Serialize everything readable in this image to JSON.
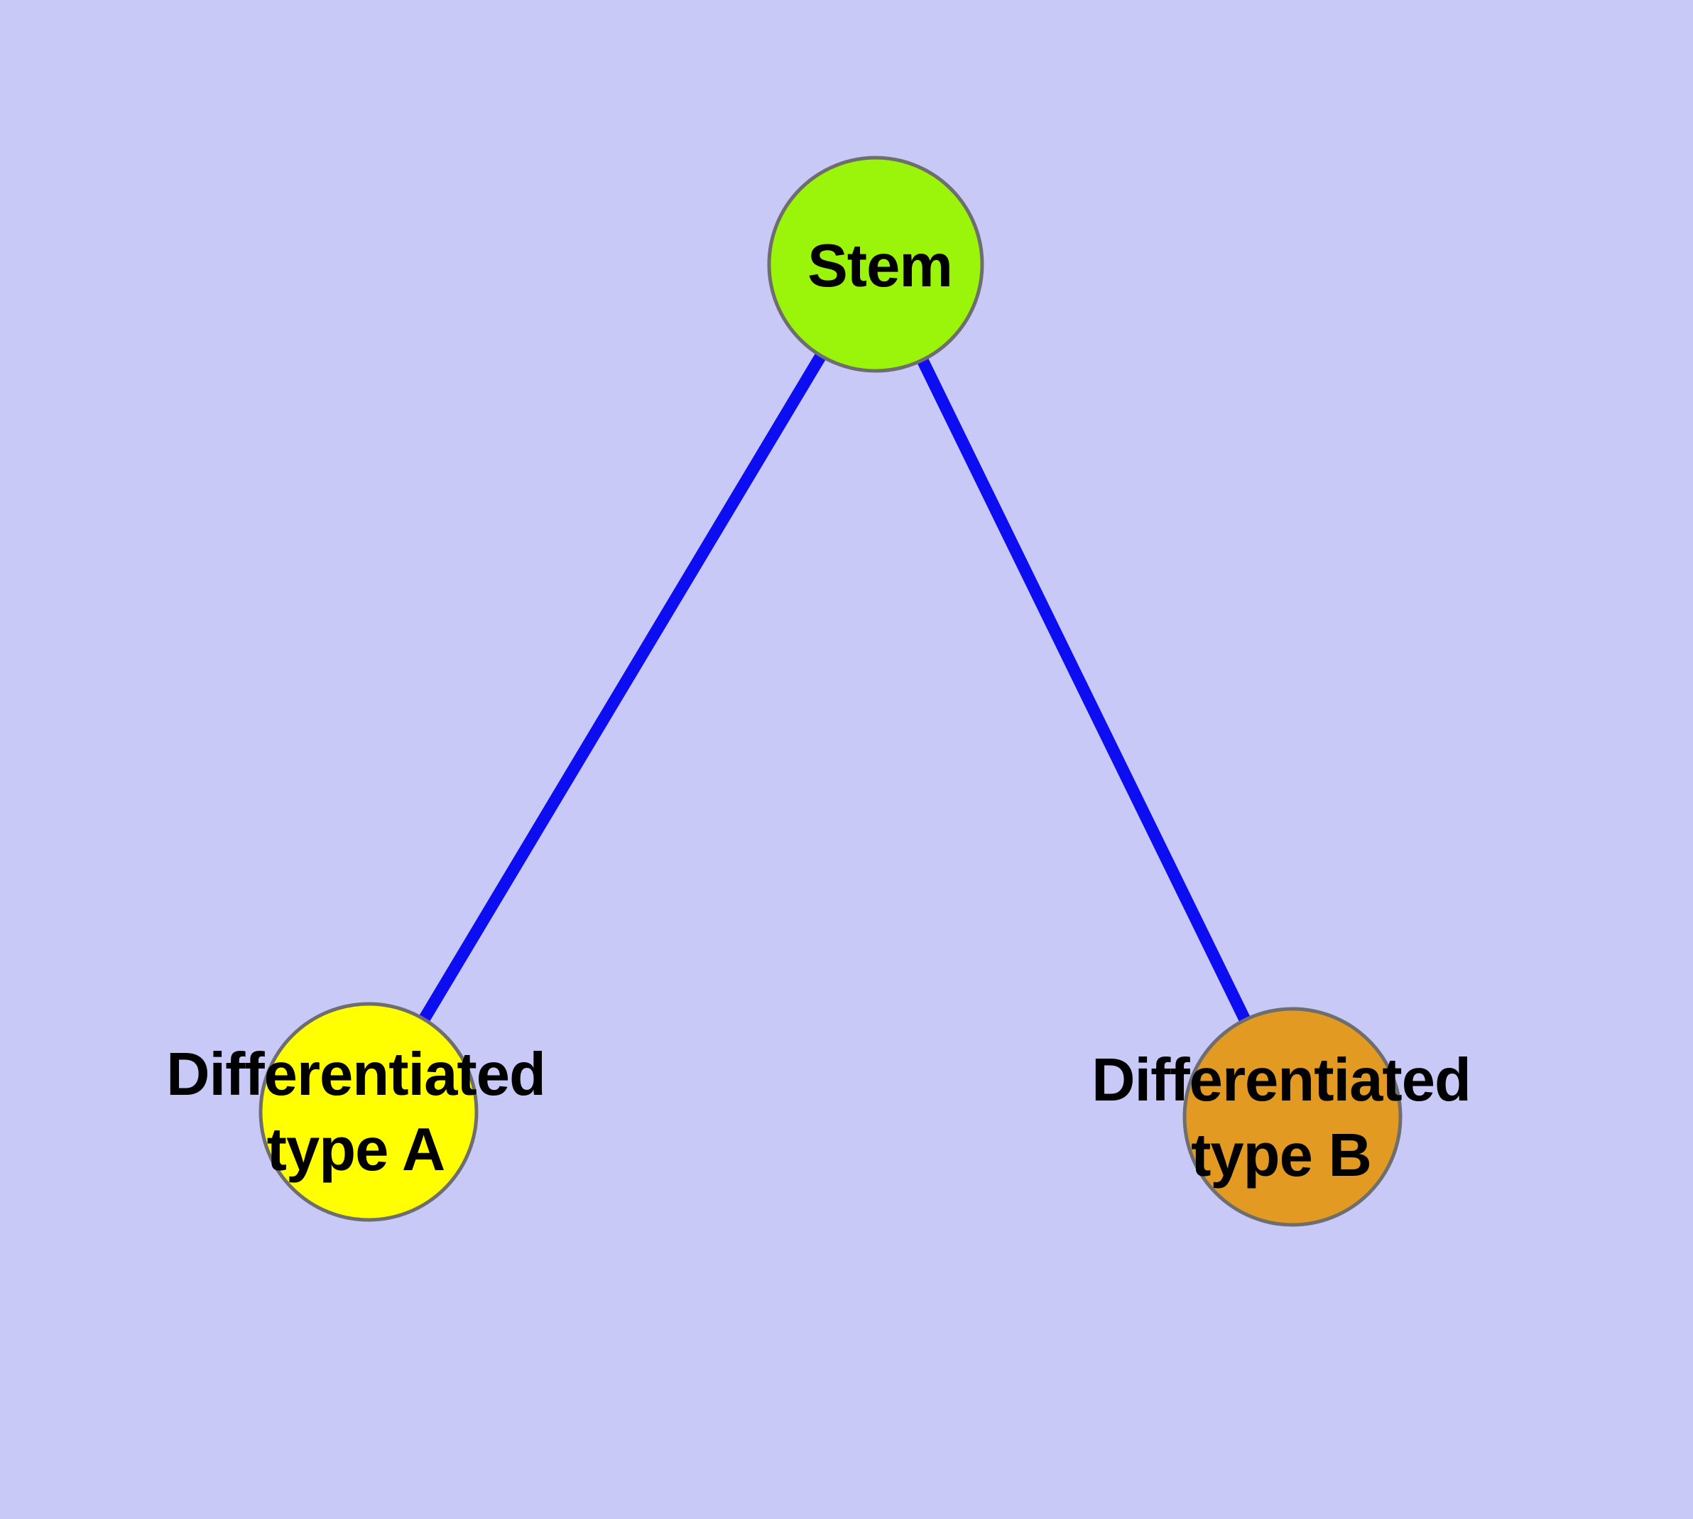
{
  "diagram": {
    "title": "stem-cell-differentiation-graph",
    "background_color": "#C9C9F7",
    "edge_color": "#0D0DF2",
    "edge_width": "17",
    "node_border_color": "#6E6E6E",
    "node_border_width": "5",
    "nodes": [
      {
        "id": "stem",
        "label": "Stem",
        "fill": "#9AF50A"
      },
      {
        "id": "type-a",
        "label": "Differentiated\ntype A",
        "fill": "#FFFF00"
      },
      {
        "id": "type-b",
        "label": "Differentiated\ntype B",
        "fill": "#E29A22"
      }
    ],
    "edges": [
      {
        "from": "Stem",
        "to": "Differentiated type A"
      },
      {
        "from": "Stem",
        "to": "Differentiated type B"
      }
    ]
  }
}
